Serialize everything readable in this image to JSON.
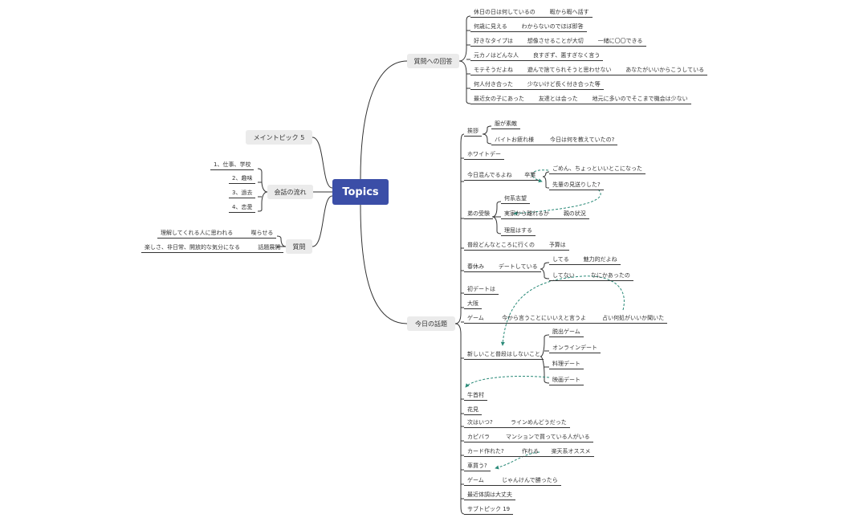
{
  "central": "Topics",
  "branches": {
    "qa": "質問への回答",
    "today": "今日の話題",
    "maintopic": "メイントピック 5",
    "flow": "会話の流れ",
    "question": "質問"
  },
  "qa_items": [
    [
      "休日の日は何しているの",
      "暇から暇へ話す"
    ],
    [
      "何歳に見える",
      "わからないのでほぼ即答"
    ],
    [
      "好きなタイプは",
      "想像させることが大切",
      "一緒に〇〇できる"
    ],
    [
      "元カノはどんな人",
      "良すぎず、悪すぎなく言う"
    ],
    [
      "モテそうだよね",
      "遊んで捨てられそうと思わせない",
      "あなたがいいからこうしている"
    ],
    [
      "何人付き合った",
      "少ないけど長く付き合った等"
    ],
    [
      "最近女の子にあった",
      "友達とは会った",
      "地元に多いのでそこまで機会は少ない"
    ]
  ],
  "flow_items": [
    "1、仕事、学校",
    "2、趣味",
    "3、過去",
    "4、恋愛"
  ],
  "question_items": [
    [
      "理解してくれる人に思われる",
      "喋らせる"
    ],
    [
      "楽しさ、非日常、開放的な気分になる",
      "話題展開"
    ]
  ],
  "today_items": {
    "aisatsu": "挨拶",
    "fuku": "服が素敵",
    "baito": "バイトお疲れ様",
    "kyou_nani": "今日は何を教えていたの?",
    "white": "ホワイトデー",
    "isogashii": "今日混んでるよね",
    "sotsugyou": "卒業",
    "gomen": "ごめん、ちょっといいとこになった",
    "senpai": "先輩の見送りした?",
    "otouto": "弟の受験",
    "nanikei": "何系志望",
    "jikka": "実家から離れるか",
    "oya": "親の状況",
    "kaiwa_suru": "理屈はする",
    "fudan": "普段どんなところに行くの",
    "yosan": "予算は",
    "haruyasumi": "春休み",
    "date_shiteiru": "デートしている",
    "shiteru": "してる",
    "miryoku": "魅力的だよね",
    "shitenai": "してない",
    "nanika": "なにかあったの",
    "hatsu_date": "初デートは",
    "osaka": "大阪",
    "game": "ゲーム",
    "imakara": "今から言うことにいいえと言うよ",
    "uranai": "占い何処がいいか聞いた",
    "atarashii": "新しいこと普段はしないこと",
    "dasshutsu": "脱出ゲーム",
    "online": "オンラインデート",
    "ryouri": "料理デート",
    "eiga": "映画デート",
    "ushi": "牛首村",
    "hanami": "花見",
    "tsugi": "次はいつ?",
    "line": "ラインめんどうだった",
    "kapibara": "カピバラ",
    "mansion": "マンションで買っている人がいる",
    "card": "カード作れた?",
    "tsukure": "作れる",
    "rakuten": "楽天系オススメ",
    "kuruma": "車買う?",
    "game2": "ゲーム",
    "janken": "じゃんけんで勝ったら",
    "taichou": "最近体調は大丈夫",
    "subtopic": "サブトピック 19"
  },
  "colors": {
    "central_bg": "#3b4ea7",
    "branch_bg": "#ebebeb",
    "line": "#333333",
    "relation": "#2a8a78"
  }
}
